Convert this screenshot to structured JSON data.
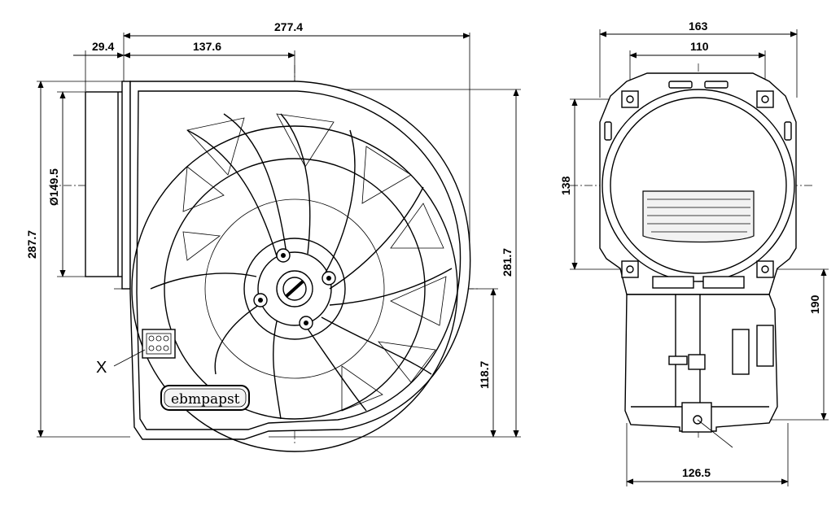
{
  "front_view": {
    "dim_overall_width": "277.4",
    "dim_inlet_offset": "29.4",
    "dim_center_offset": "137.6",
    "dim_overall_height": "287.7",
    "dim_inlet_diameter": "Ø149.5",
    "dim_right_height": "281.7",
    "dim_center_height": "118.7",
    "connector_label": "X",
    "brand_logo": "ebmpapst"
  },
  "side_view": {
    "dim_overall_width": "163",
    "dim_hole_spacing": "110",
    "dim_hole_vertical": "138",
    "dim_height": "190",
    "dim_base_width": "126.5"
  }
}
